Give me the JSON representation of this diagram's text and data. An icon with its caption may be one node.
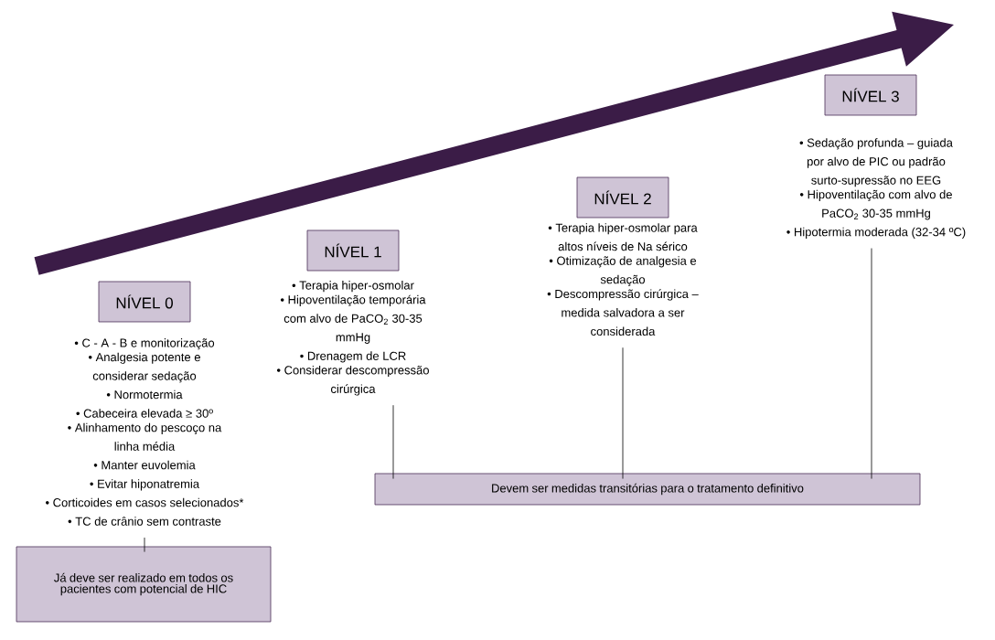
{
  "diagram": {
    "nodes": [
      {
        "text": [
          "NÍVEL 0"
        ]
      },
      {
        "text": [
          "• C - A - B e monitorização",
          "• Analgesia potente e considerar sedação",
          "• Normotermia",
          "• Cabeceira elevada ≥ 30º",
          "• Alinhamento do pescoço na linha média",
          "• Manter euvolemia",
          "• Evitar hiponatremia",
          "• Corticoides em casos selecionados*",
          "• TC de crânio sem contraste"
        ]
      },
      {
        "text": [
          "NÍVEL 1"
        ]
      },
      {
        "text": [
          "• Terapia hiper-osmolar",
          "• Hipoventilação temporária com alvo de PaCO$_{2}$ 30-35 mmHg",
          "• Drenagem de LCR",
          "• Considerar descompressão cirúrgica"
        ]
      },
      {
        "text": [
          "NÍVEL 2"
        ]
      },
      {
        "text": [
          "• Terapia hiper-osmolar para altos níveis de Na sérico",
          "• Otimização de analgesia e sedação",
          "• Descompressão cirúrgica – medida salvadora a ser considerada"
        ]
      },
      {
        "text": [
          "NÍVEL 3"
        ]
      },
      {
        "text": [
          "• Sedação profunda – guiada por alvo de PIC ou padrão surto-supressão no EEG",
          "• Hipoventilação com alvo de PaCO$_{2}$ 30-35 mmHg",
          "• Hipotermia moderada (32-34 ºC)"
        ]
      },
      {
        "text": [
          "Devem ser medidas transitórias para o tratamento definitivo"
        ]
      },
      {
        "text": [
          "Já deve ser realizado em todos os pacientes com potencial de HIC"
        ]
      }
    ],
    "edges": [
      {
        "from": 1,
        "to": 9,
        "arrow": "none"
      },
      {
        "from": 3,
        "to": 8,
        "arrow": "none"
      },
      {
        "from": 5,
        "to": 8,
        "arrow": "none"
      },
      {
        "from": 7,
        "to": 8,
        "arrow": "none"
      }
    ]
  }
}
